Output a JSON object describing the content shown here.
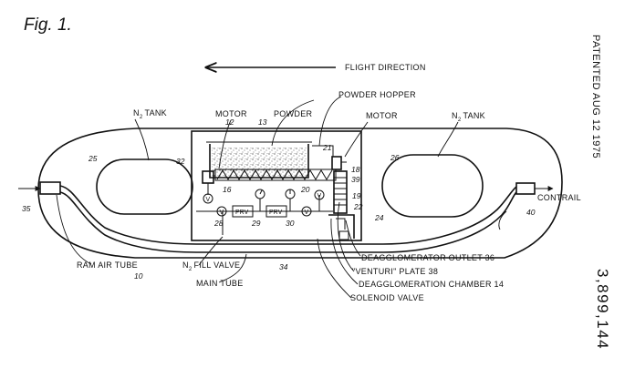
{
  "figure": {
    "title": "Fig. 1.",
    "side_stamp": "PATENTED AUG 12 1975",
    "patent_number": "3,899,144"
  },
  "labels": {
    "flight_direction": "FLIGHT DIRECTION",
    "powder_hopper": "POWDER HOPPER",
    "motor_left": "MOTOR",
    "powder": "POWDER",
    "motor_right": "MOTOR",
    "n2_tank_left": "N",
    "n2_tank_right": "N",
    "tank_word": "TANK",
    "subscript_2": "2",
    "contrail": "CONTRAIL",
    "ram_air_tube": "RAM AIR TUBE",
    "n2_fill_valve_prefix": "N",
    "n2_fill_valve_suffix": "FILL VALVE",
    "main_tube": "MAIN TUBE",
    "deagglomerator_outlet": "DEAGGLOMERATOR OUTLET 36",
    "venturi_plate": "\"VENTURI\" PLATE 38",
    "deagglomeration_chamber": "DEAGGLOMERATION CHAMBER 14",
    "solenoid_valve": "SOLENOID VALVE",
    "prv_1": "PRV",
    "prv_2": "PRV",
    "v1": "V",
    "v2": "V",
    "v3": "V",
    "v4": "V"
  },
  "refs": {
    "r12": "12",
    "r13": "13",
    "r32": "32",
    "r25": "25",
    "r26": "26",
    "r21": "21",
    "r18": "18",
    "r39": "39",
    "r19": "19",
    "r22": "22",
    "r24": "24",
    "r20": "20",
    "r16": "16",
    "r28": "28",
    "r29": "29",
    "r30": "30",
    "r35": "35",
    "r10": "10",
    "r34": "34",
    "r40": "40"
  }
}
